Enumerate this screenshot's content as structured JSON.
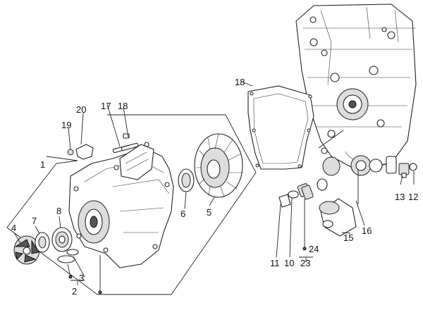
{
  "diagram": {
    "callouts": {
      "c1": "1",
      "c2": "2",
      "c3": "3",
      "c4": "4",
      "c5": "5",
      "c6": "6",
      "c7": "7",
      "c8": "8",
      "c10": "10",
      "c11": "11",
      "c12": "12",
      "c13": "13",
      "c15": "15",
      "c16": "16",
      "c17": "17",
      "c18a": "18",
      "c18b": "18",
      "c19": "19",
      "c20": "20",
      "c23": "23",
      "c24": "24"
    }
  }
}
